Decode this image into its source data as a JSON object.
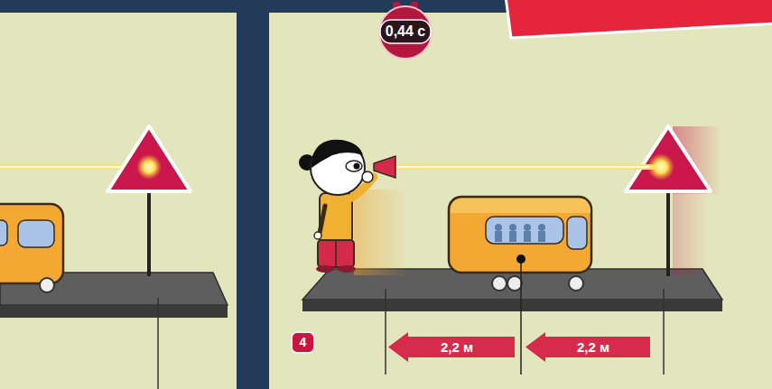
{
  "diagram": {
    "nodes": [
      {
        "text": [
          "0,44 с"
        ]
      },
      {
        "text": [
          "4"
        ]
      },
      {
        "text": [
          "2,2 м"
        ]
      },
      {
        "text": [
          "2,2 м"
        ]
      }
    ]
  }
}
